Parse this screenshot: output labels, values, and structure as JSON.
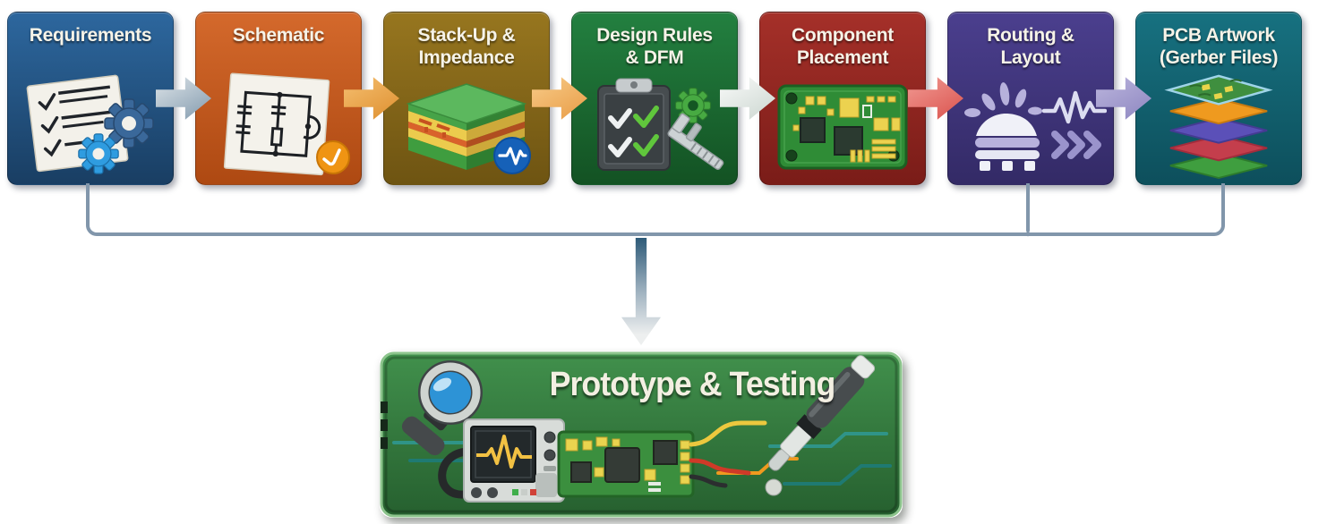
{
  "flow": {
    "steps": [
      {
        "label": "Requirements",
        "icon": "checklist-gears-icon",
        "color_top": "#2d679e",
        "color_bottom": "#193e63"
      },
      {
        "label": "Schematic",
        "icon": "circuit-schematic-icon",
        "color_top": "#d4692c",
        "color_bottom": "#ae4912",
        "badge_color": "#ef9413"
      },
      {
        "label": "Stack-Up &\nImpedance",
        "icon": "pcb-stackup-icon",
        "color_top": "#97761f",
        "color_bottom": "#6e5412",
        "badge_color": "#1661b8"
      },
      {
        "label": "Design Rules\n& DFM",
        "icon": "dfm-checklist-icon",
        "color_top": "#238040",
        "color_bottom": "#135223"
      },
      {
        "label": "Component\nPlacement",
        "icon": "component-board-icon",
        "color_top": "#a53029",
        "color_bottom": "#7a1c18"
      },
      {
        "label": "Routing &\nLayout",
        "icon": "routing-traces-icon",
        "color_top": "#4b3f8e",
        "color_bottom": "#332a66"
      },
      {
        "label": "PCB Artwork\n(Gerber Files)",
        "icon": "gerber-layers-icon",
        "color_top": "#177180",
        "color_bottom": "#0d4f5c"
      }
    ],
    "step_arrows": [
      {
        "from": "Requirements",
        "to": "Schematic",
        "color_light": "#e0e6ea",
        "color_dark": "#7e97ab"
      },
      {
        "from": "Schematic",
        "to": "Stack-Up & Impedance",
        "color_light": "#f6c173",
        "color_dark": "#dd8d2c"
      },
      {
        "from": "Stack-Up & Impedance",
        "to": "Design Rules & DFM",
        "color_light": "#f8cd8b",
        "color_dark": "#e89a43"
      },
      {
        "from": "Design Rules & DFM",
        "to": "Component Placement",
        "color_light": "#fbfcfb",
        "color_dark": "#c9d4ce"
      },
      {
        "from": "Component Placement",
        "to": "Routing & Layout",
        "color_light": "#f29d96",
        "color_dark": "#d94f4a"
      },
      {
        "from": "Routing & Layout",
        "to": "PCB Artwork (Gerber Files)",
        "color_light": "#bdb7de",
        "color_dark": "#8b84bf"
      }
    ],
    "connector_color": "#8196ab",
    "down_arrow": {
      "color_top": "#2d5a78",
      "color_mid": "#9fb2c0",
      "color_bottom": "#edefef"
    },
    "final_step": {
      "label": "Prototype & Testing",
      "color_top": "#41904c",
      "color_bottom": "#26602f",
      "border_color": "#8cc48c"
    }
  }
}
